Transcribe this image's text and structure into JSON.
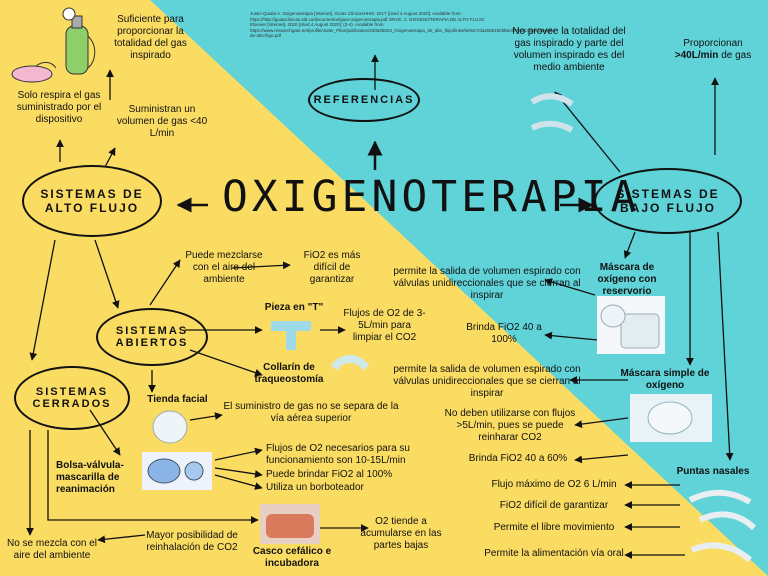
{
  "colors": {
    "teal": "#5fd3d8",
    "yellow": "#fbdc63",
    "ink": "#111111"
  },
  "title": "OXIGENOTERAPIA",
  "references": {
    "label": "REFERENCIAS",
    "text": "Justiz-Quiala A. Oxigenoterapia [Internet]. Guías ClínicasHHM. 2017 [cited 4 August 2020]. Available from: https://http://guiasclinicas.sld.cu/documentos/guia-oxigenoterapia.pdf ORVE. 1. OXIGENOTERAPIA DE ALTO FLUJO. Elsevier [Internet]. 2020 [cited 4 August 2020]; (3-4). Available from: https://www.researchgate.net/profile/Juiter_Pilar/publication/340625523_Oxigenoterapia_de_alto_flujo/links/5e94c7da4585150fd5e32799/Oxigenoterapia-de-alto-flujo.pdf"
  },
  "high_flow": {
    "label": "SISTEMAS DE ALTO FLUJO",
    "sufficient": "Suficiente para proporcionar la totalidad del gas inspirado",
    "only_breathes": "Solo respira el gas suministrado por el dispositivo",
    "supply": "Suministran un volumen de gas <40 L/min",
    "open": {
      "label": "SISTEMAS ABIERTOS",
      "mixes": "Puede mezclarse con el aire del ambiente",
      "fio2": "FiO2 es más difícil de garantizar",
      "t_piece": "Pieza en \"T\"",
      "o2_flow": "Flujos de O2 de 3-5L/min para limpiar el CO2",
      "tracheo": "Collarín de traqueostomía"
    },
    "closed": {
      "label": "SISTEMAS CERRADOS",
      "face_tent": "Tienda facial",
      "face_tent_desc": "El suministro de gas no se separa de la vía aérea superior",
      "bag": "Bolsa-válvula-mascarilla de reanimación",
      "bag_desc": [
        "Flujos de O2 necesarios para su funcionamiento son 10-15L/min",
        "Puede brindar FiO2 al 100%",
        "Utiliza un borboteador"
      ],
      "no_mix": "No se mezcla con el aire del ambiente",
      "rebreath": "Mayor posibilidad de reinhalación de CO2",
      "hood": "Casco cefálico e incubadora",
      "co2": "O2 tiende a acumularse en las partes bajas"
    }
  },
  "low_flow": {
    "label": "SISTEMAS DE BAJO FLUJO",
    "no_provide": "No provee la totalidad del gas inspirado y parte del volumen inspirado es del medio ambiente",
    "provide": "Proporcionan",
    "provide_value": ">40L/min",
    "provide_tail": "de gas",
    "reservoir": "Máscara de oxígeno con reservorio",
    "reservoir_desc": "permite la salida de volumen espirado con válvulas unidireccionales que se cierran al inspirar",
    "reservoir_fio2": "Brinda FiO2 40 a 100%",
    "simple": "Máscara simple de oxígeno",
    "simple_desc": "permite la salida de volumen espirado con válvulas unidireccionales que se cierran al inspirar",
    "simple_warn": "No deben utilizarse con flujos >5L/min, pues se puede reinharar CO2",
    "simple_fio2": "Brinda FiO2 40 a 60%",
    "cannula": "Puntas nasales",
    "cannula_desc": [
      "Flujo máximo de O2 6 L/min",
      "FiO2 difícil de garantizar",
      "Permite el libre movimiento",
      "Permite la alimentación vía oral"
    ]
  }
}
